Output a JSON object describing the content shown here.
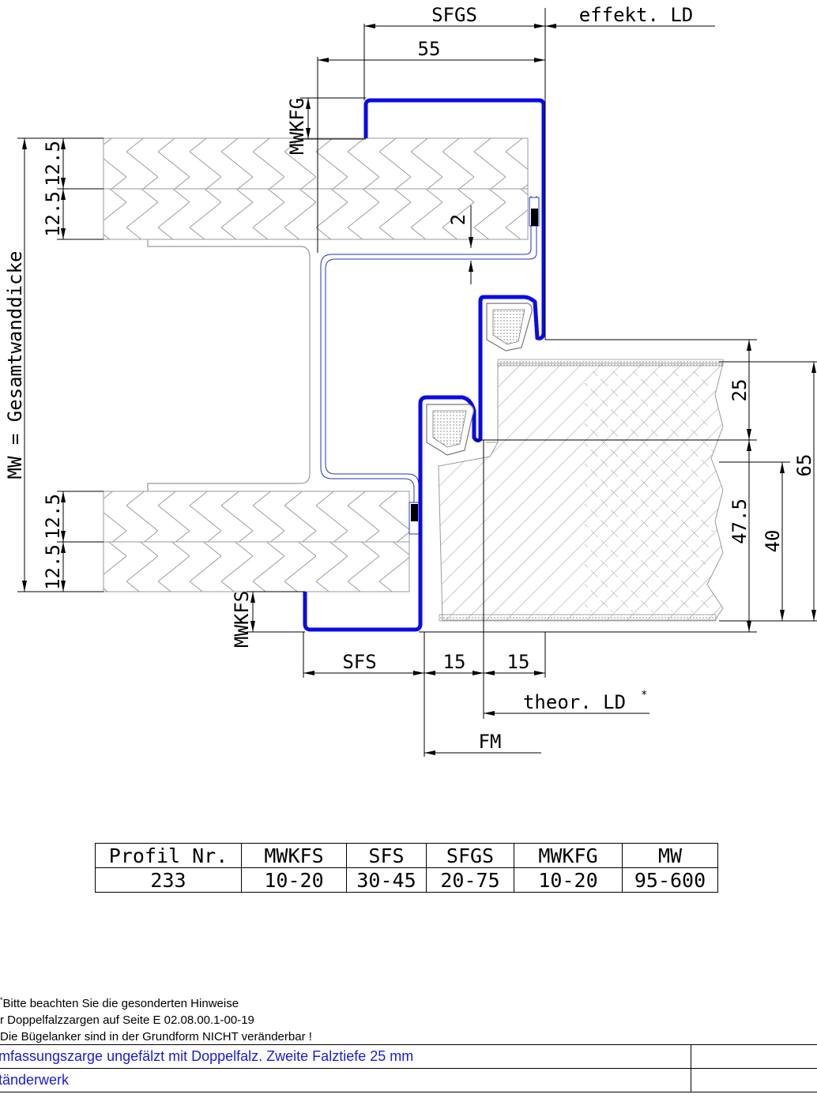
{
  "drawing": {
    "dimensions": {
      "sfgs": "SFGS",
      "effekt_ld": "effekt. LD",
      "d55": "55",
      "mwkfg": "MWKFG",
      "mwkfs": "MWKFS",
      "d2": "2",
      "d12_5_a": "12.5",
      "d12_5_b": "12.5",
      "d12_5_c": "12.5",
      "d12_5_d": "12.5",
      "mw_label": "MW = Gesamtwanddicke",
      "d25": "25",
      "d47_5": "47.5",
      "d40": "40",
      "d65": "65",
      "sfs": "SFS",
      "d15_a": "15",
      "d15_b": "15",
      "theor_ld": "theor. LD",
      "asterisk": "*",
      "fm": "FM"
    },
    "colors": {
      "profile": "#0a0ae6",
      "hatch": "#9a9a9a",
      "line": "#000000"
    }
  },
  "table": {
    "headers": [
      "Profil Nr.",
      "MWKFS",
      "SFS",
      "SFGS",
      "MWKFG",
      "MW"
    ],
    "row": [
      "233",
      "10-20",
      "30-45",
      "20-75",
      "10-20",
      "95-600"
    ]
  },
  "notes": {
    "line1": "Bitte beachten Sie die gesonderten Hinweise",
    "line2": "r Doppelfalzzargen auf Seite E 02.08.00.1-00-19",
    "line3": "Die Bügelanker sind in der Grundform NICHT veränderbar !"
  },
  "title_block": {
    "row1": "mfassungszarge ungefälzt mit Doppelfalz. Zweite Falztiefe 25 mm",
    "row2": "tänderwerk"
  }
}
